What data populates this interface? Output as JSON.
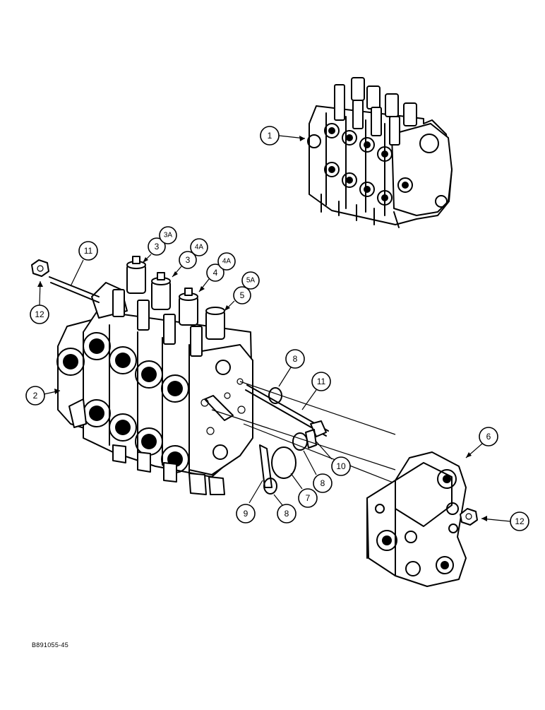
{
  "callouts": [
    {
      "id": "c1",
      "label": "1"
    },
    {
      "id": "c2",
      "label": "2"
    },
    {
      "id": "c3a",
      "label": "3"
    },
    {
      "id": "c3b",
      "label": "3"
    },
    {
      "id": "c3A",
      "label": "3A"
    },
    {
      "id": "c4",
      "label": "4"
    },
    {
      "id": "c4A1",
      "label": "4A"
    },
    {
      "id": "c4A2",
      "label": "4A"
    },
    {
      "id": "c5",
      "label": "5"
    },
    {
      "id": "c5A",
      "label": "5A"
    },
    {
      "id": "c6",
      "label": "6"
    },
    {
      "id": "c7",
      "label": "7"
    },
    {
      "id": "c8a",
      "label": "8"
    },
    {
      "id": "c8b",
      "label": "8"
    },
    {
      "id": "c8c",
      "label": "8"
    },
    {
      "id": "c9",
      "label": "9"
    },
    {
      "id": "c10",
      "label": "10"
    },
    {
      "id": "c11a",
      "label": "11"
    },
    {
      "id": "c11b",
      "label": "11"
    },
    {
      "id": "c12a",
      "label": "12"
    },
    {
      "id": "c12b",
      "label": "12"
    }
  ],
  "figure_code": "B891055-45"
}
